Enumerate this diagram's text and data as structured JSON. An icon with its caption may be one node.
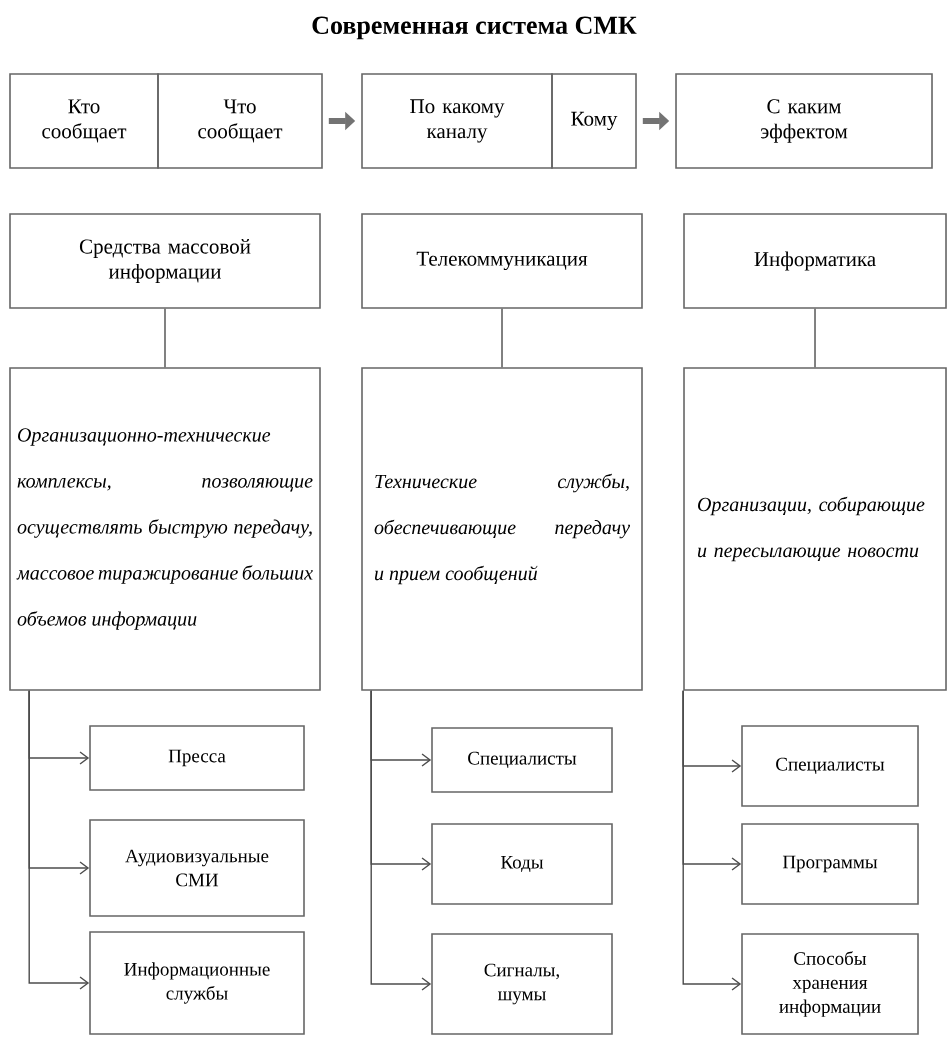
{
  "diagram": {
    "title": "Современная система СМК",
    "nodes": [
      {
        "text": [
          "Кто сообщает"
        ]
      },
      {
        "text": [
          "Что сообщает"
        ]
      },
      {
        "text": [
          "По какому каналу"
        ]
      },
      {
        "text": [
          "Кому"
        ]
      },
      {
        "text": [
          "С каким эффектом"
        ]
      },
      {
        "text": [
          "Средства массовой информации"
        ]
      },
      {
        "text": [
          "Телекоммуникация"
        ]
      },
      {
        "text": [
          "Информатика"
        ]
      },
      {
        "text": [
          "Организационно-технические комплексы, позволяющие осуществлять быструю передачу, массовое тиражирование больших объемов информации"
        ]
      },
      {
        "text": [
          "Технические службы, обеспечивающие передачу и прием сообщений"
        ]
      },
      {
        "text": [
          "Организации, собирающие и пересылающие новости"
        ]
      },
      {
        "text": [
          "Пресса"
        ]
      },
      {
        "text": [
          "Аудиовизуальные СМИ"
        ]
      },
      {
        "text": [
          "Информационные службы"
        ]
      },
      {
        "text": [
          "Специалисты"
        ]
      },
      {
        "text": [
          "Коды"
        ]
      },
      {
        "text": [
          "Сигналы, шумы"
        ]
      },
      {
        "text": [
          "Специалисты"
        ]
      },
      {
        "text": [
          "Программы"
        ]
      },
      {
        "text": [
          "Способы хранения информации"
        ]
      }
    ],
    "edges": [
      {
        "from": 1,
        "to": 2,
        "arrow": "to",
        "style": "thick"
      },
      {
        "from": 3,
        "to": 4,
        "arrow": "to",
        "style": "thick"
      },
      {
        "from": 5,
        "to": 8,
        "arrow": "none"
      },
      {
        "from": 6,
        "to": 9,
        "arrow": "none"
      },
      {
        "from": 7,
        "to": 10,
        "arrow": "none"
      },
      {
        "from": 8,
        "to": 11,
        "arrow": "to"
      },
      {
        "from": 8,
        "to": 12,
        "arrow": "to"
      },
      {
        "from": 8,
        "to": 13,
        "arrow": "to"
      },
      {
        "from": 9,
        "to": 14,
        "arrow": "to"
      },
      {
        "from": 9,
        "to": 15,
        "arrow": "to"
      },
      {
        "from": 9,
        "to": 16,
        "arrow": "to"
      },
      {
        "from": 10,
        "to": 17,
        "arrow": "to"
      },
      {
        "from": 10,
        "to": 18,
        "arrow": "to"
      },
      {
        "from": 10,
        "to": 19,
        "arrow": "to"
      }
    ]
  }
}
